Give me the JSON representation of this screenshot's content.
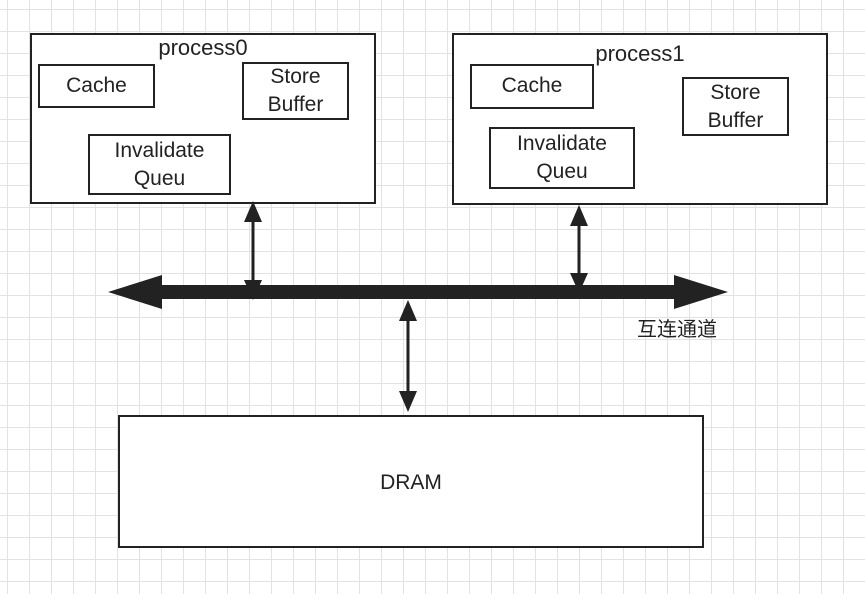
{
  "processes": [
    {
      "title": "process0",
      "cache_label": "Cache",
      "store_buffer_line1": "Store",
      "store_buffer_line2": "Buffer",
      "invalidate_line1": "Invalidate",
      "invalidate_line2": "Queu"
    },
    {
      "title": "process1",
      "cache_label": "Cache",
      "store_buffer_line1": "Store",
      "store_buffer_line2": "Buffer",
      "invalidate_line1": "Invalidate",
      "invalidate_line2": "Queu"
    }
  ],
  "interconnect": {
    "label": "互连通道"
  },
  "memory": {
    "label": "DRAM"
  }
}
